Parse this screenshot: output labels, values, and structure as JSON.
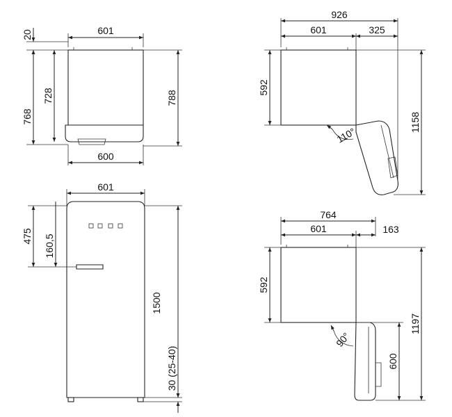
{
  "views": {
    "side": {
      "dims": [
        "20",
        "601",
        "768",
        "728",
        "788",
        "600"
      ]
    },
    "top_110": {
      "dims": [
        "926",
        "601",
        "325",
        "592",
        "1158",
        "110°"
      ]
    },
    "front": {
      "dims": [
        "601",
        "475",
        "160,5",
        "1500",
        "30 (25-40)"
      ]
    },
    "top_90": {
      "dims": [
        "764",
        "601",
        "163",
        "592",
        "1197",
        "600",
        "90°"
      ]
    }
  }
}
